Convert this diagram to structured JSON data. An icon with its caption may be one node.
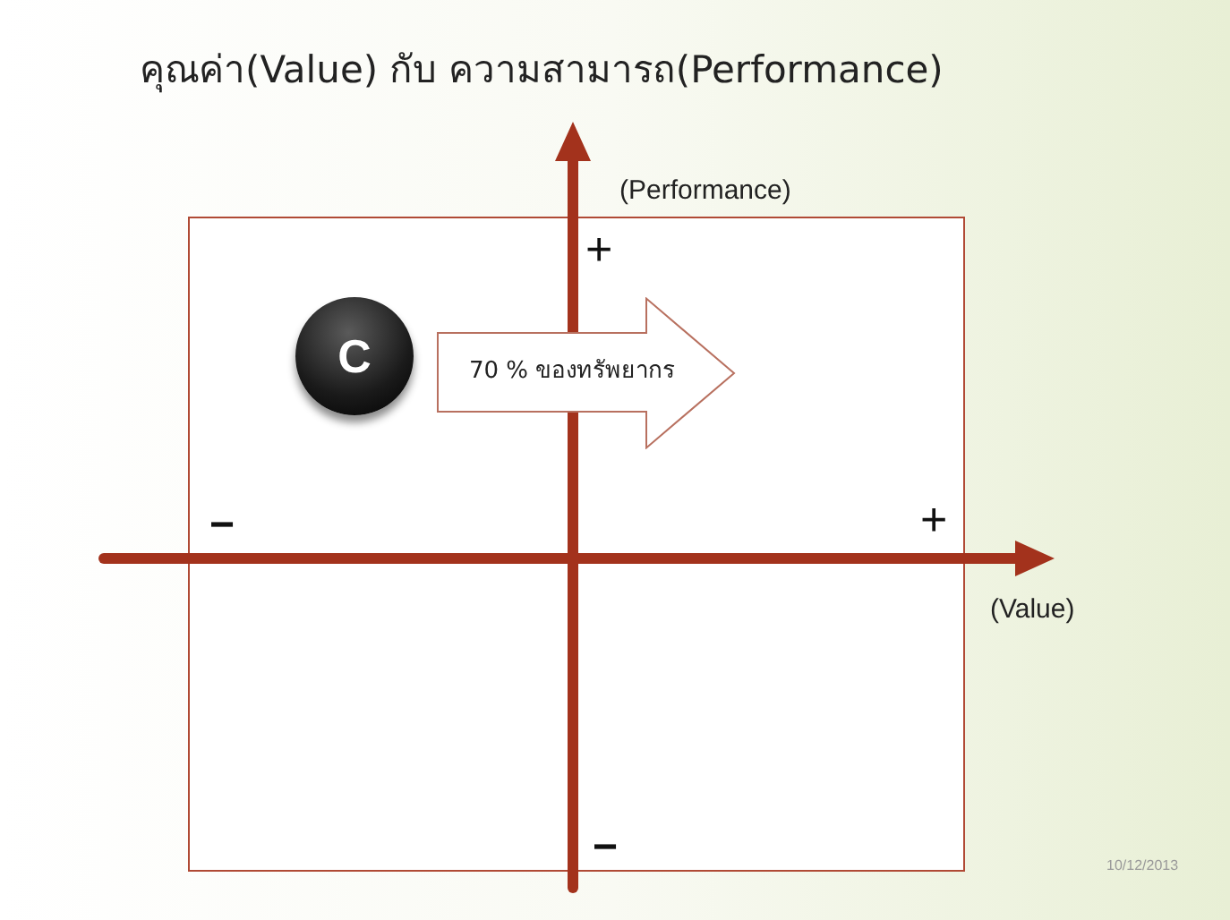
{
  "diagram": {
    "title": "คุณค่า(Value) กับ ความสามารถ(Performance)",
    "nodes": [
      {
        "text": [],
        "shape": "box"
      },
      {
        "text": [
          "C"
        ],
        "in": 0
      },
      {
        "text": [
          "70 % ของทรัพยากร"
        ],
        "in": 0
      }
    ],
    "labels": [
      "(Performance)",
      "+",
      "−",
      "+",
      "(Value)",
      "−",
      "10/12/2013"
    ]
  }
}
